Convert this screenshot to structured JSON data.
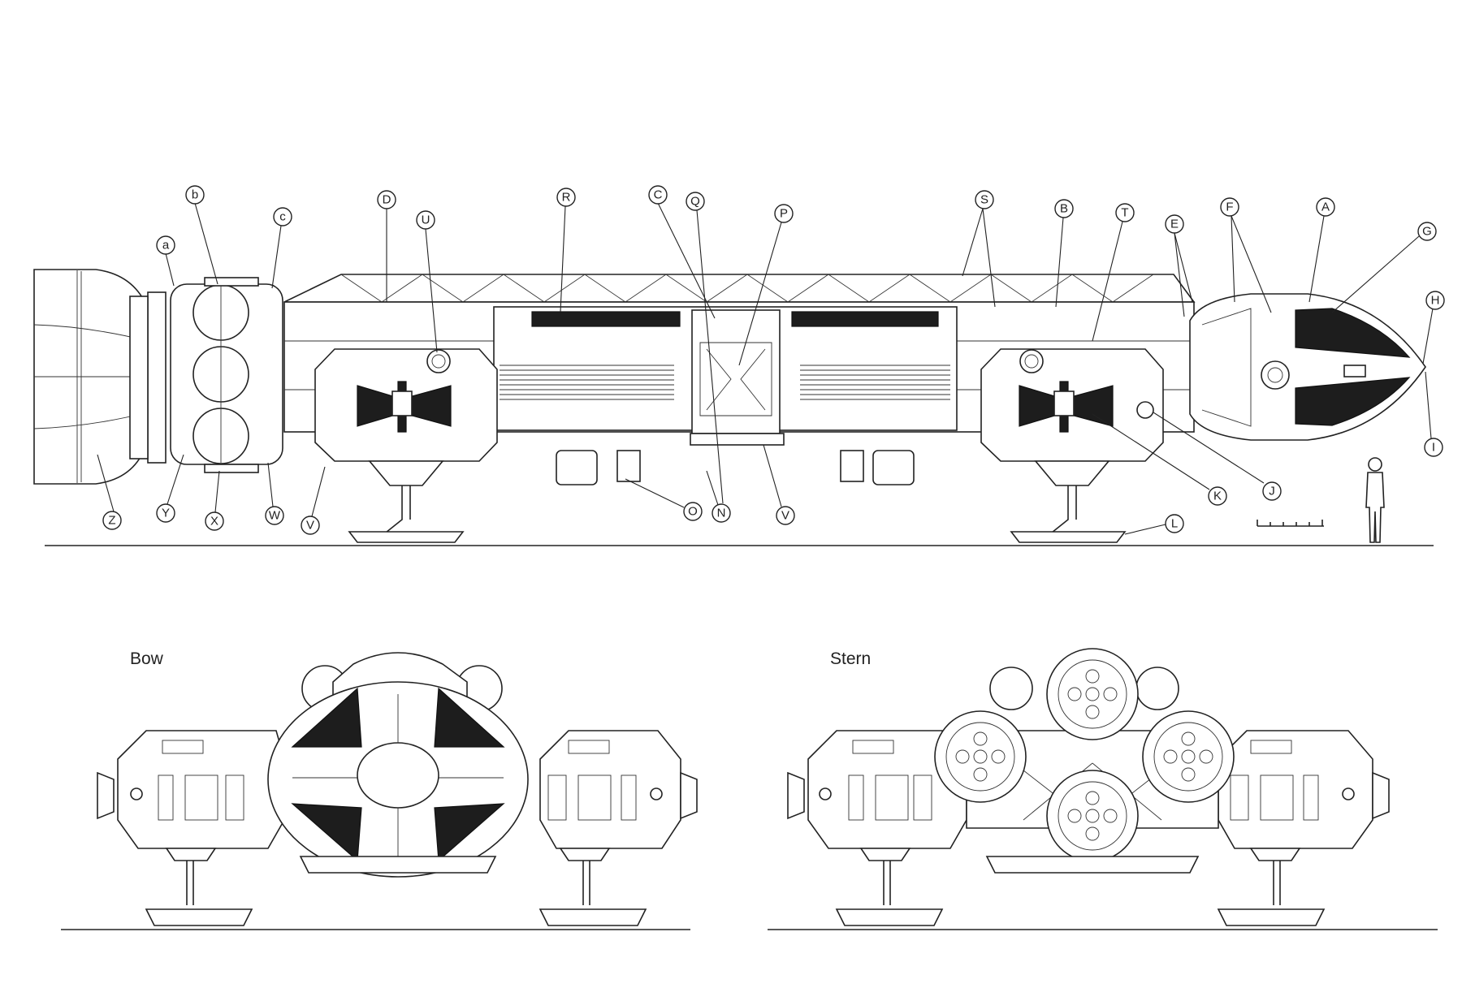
{
  "views": {
    "bow": {
      "title": "Bow"
    },
    "stern": {
      "title": "Stern"
    }
  },
  "callouts": [
    {
      "id": "a",
      "label": "a"
    },
    {
      "id": "b",
      "label": "b"
    },
    {
      "id": "c",
      "label": "c"
    },
    {
      "id": "D",
      "label": "D"
    },
    {
      "id": "U",
      "label": "U"
    },
    {
      "id": "R",
      "label": "R"
    },
    {
      "id": "C",
      "label": "C"
    },
    {
      "id": "Q",
      "label": "Q"
    },
    {
      "id": "P",
      "label": "P"
    },
    {
      "id": "S",
      "label": "S"
    },
    {
      "id": "B",
      "label": "B"
    },
    {
      "id": "T",
      "label": "T"
    },
    {
      "id": "E",
      "label": "E"
    },
    {
      "id": "F",
      "label": "F"
    },
    {
      "id": "A",
      "label": "A"
    },
    {
      "id": "G",
      "label": "G"
    },
    {
      "id": "H",
      "label": "H"
    },
    {
      "id": "I",
      "label": "I"
    },
    {
      "id": "J",
      "label": "J"
    },
    {
      "id": "K",
      "label": "K"
    },
    {
      "id": "L",
      "label": "L"
    },
    {
      "id": "V1",
      "label": "V"
    },
    {
      "id": "N",
      "label": "N"
    },
    {
      "id": "O",
      "label": "O"
    },
    {
      "id": "V",
      "label": "V"
    },
    {
      "id": "W",
      "label": "W"
    },
    {
      "id": "X",
      "label": "X"
    },
    {
      "id": "Y",
      "label": "Y"
    },
    {
      "id": "Z",
      "label": "Z"
    }
  ],
  "colors": {
    "ink": "#222222",
    "fill_dark": "#1d1d1d",
    "paper": "#ffffff"
  }
}
